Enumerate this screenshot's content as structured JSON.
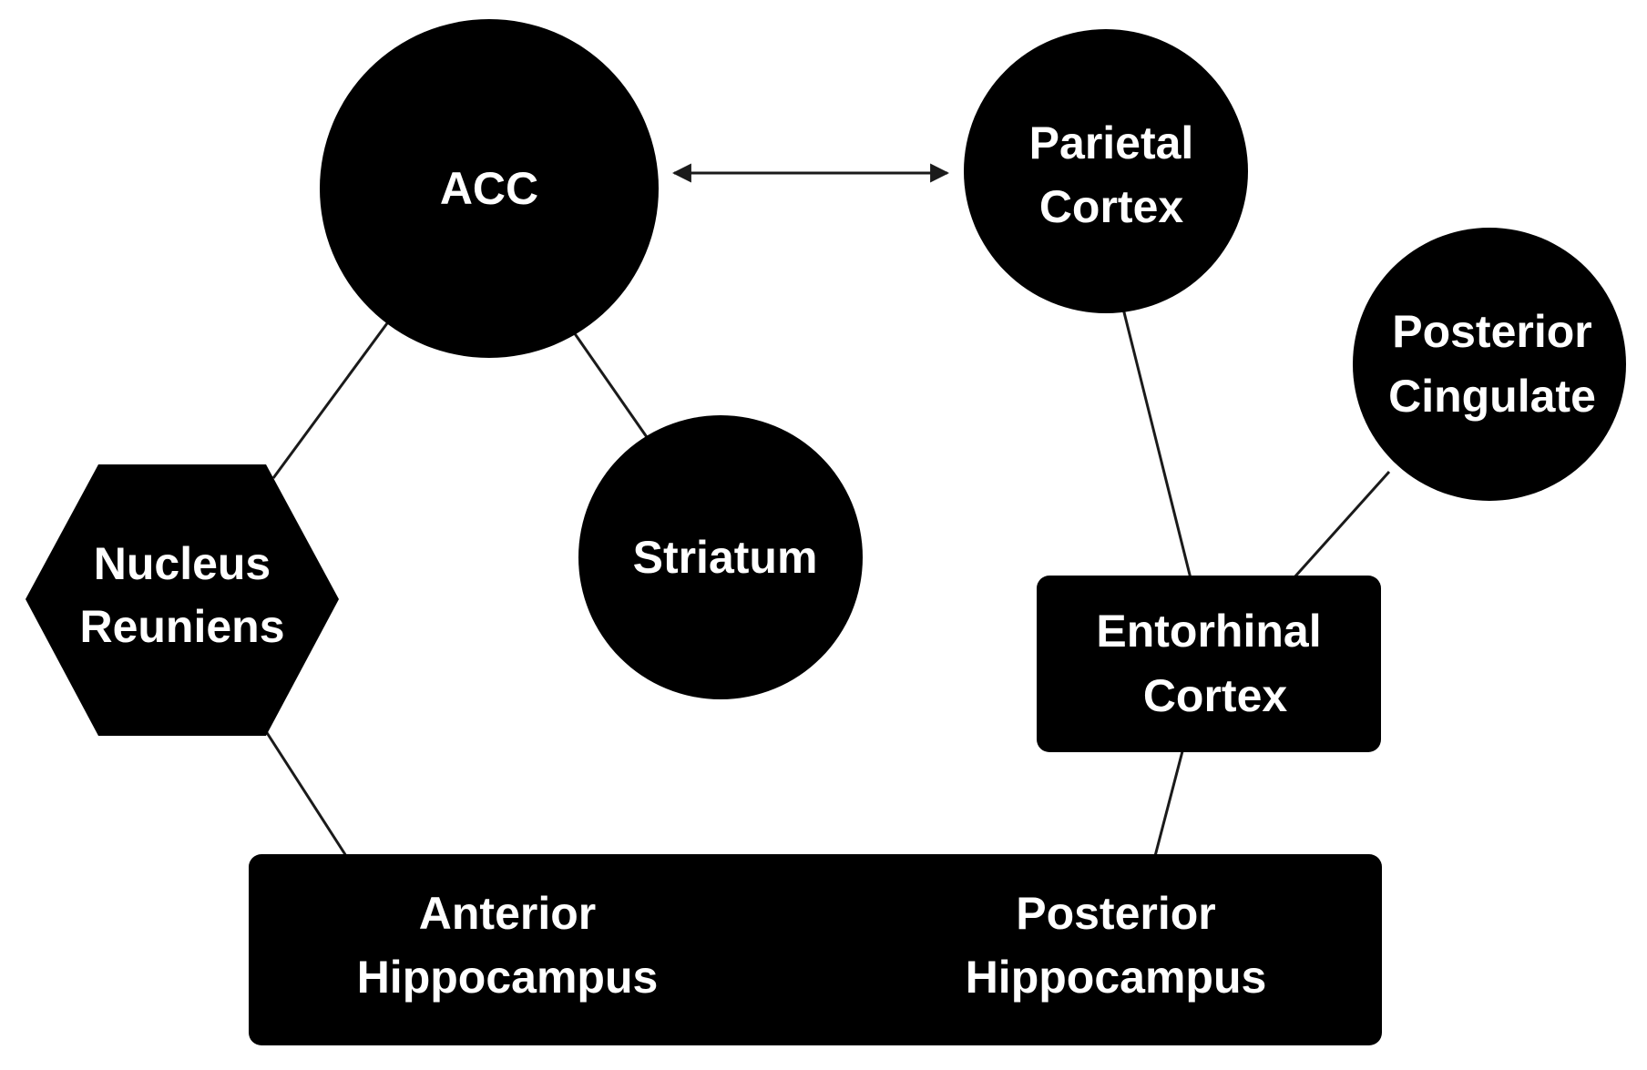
{
  "diagram": {
    "nodes": {
      "acc": {
        "lines": [
          "ACC"
        ]
      },
      "parietal": {
        "lines": [
          "Parietal",
          "Cortex"
        ]
      },
      "posterior_cingulate": {
        "lines": [
          "Posterior",
          "Cingulate"
        ]
      },
      "nucleus_reuniens": {
        "lines": [
          "Nucleus",
          "Reuniens"
        ]
      },
      "striatum": {
        "lines": [
          "Striatum"
        ]
      },
      "entorhinal": {
        "lines": [
          "Entorhinal",
          "Cortex"
        ]
      },
      "hippocampus_anterior": {
        "lines": [
          "Anterior",
          "Hippocampus"
        ]
      },
      "hippocampus_posterior": {
        "lines": [
          "Posterior",
          "Hippocampus"
        ]
      }
    },
    "edges": [
      {
        "from": "acc",
        "to": "parietal",
        "bidirectional": true
      },
      {
        "from": "acc",
        "to": "nucleus_reuniens",
        "bidirectional": false
      },
      {
        "from": "acc",
        "to": "striatum",
        "bidirectional": false
      },
      {
        "from": "parietal",
        "to": "entorhinal",
        "bidirectional": false
      },
      {
        "from": "posterior_cingulate",
        "to": "entorhinal",
        "bidirectional": false
      },
      {
        "from": "nucleus_reuniens",
        "to": "hippocampus_anterior",
        "bidirectional": false
      },
      {
        "from": "entorhinal",
        "to": "hippocampus_posterior",
        "bidirectional": false
      }
    ],
    "colors": {
      "node_fill": "#000000",
      "node_text": "#ffffff",
      "edge": "#1a1a1a",
      "background": "#ffffff"
    }
  }
}
